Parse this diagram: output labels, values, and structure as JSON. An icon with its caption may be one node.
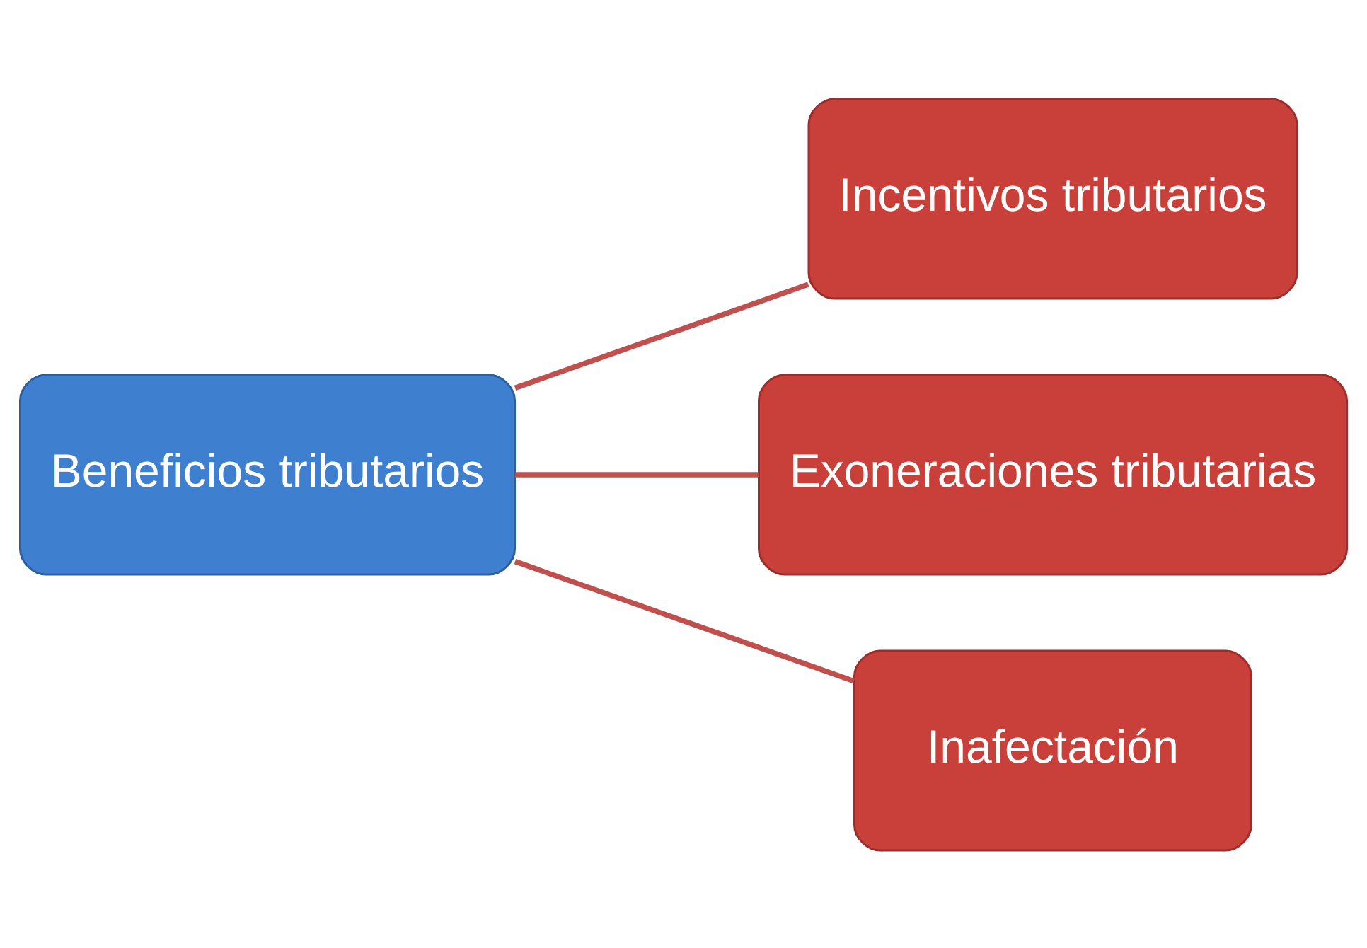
{
  "diagram": {
    "nodes": [
      {
        "text": [
          "Beneficios tributarios"
        ]
      },
      {
        "text": [
          "Incentivos tributarios"
        ]
      },
      {
        "text": [
          "Exoneraciones tributarias"
        ]
      },
      {
        "text": [
          "Inafectación"
        ]
      }
    ],
    "edges": [
      {
        "from": 0,
        "to": 1,
        "arrow": "none"
      },
      {
        "from": 0,
        "to": 2,
        "arrow": "none"
      },
      {
        "from": 0,
        "to": 3,
        "arrow": "none"
      }
    ]
  }
}
